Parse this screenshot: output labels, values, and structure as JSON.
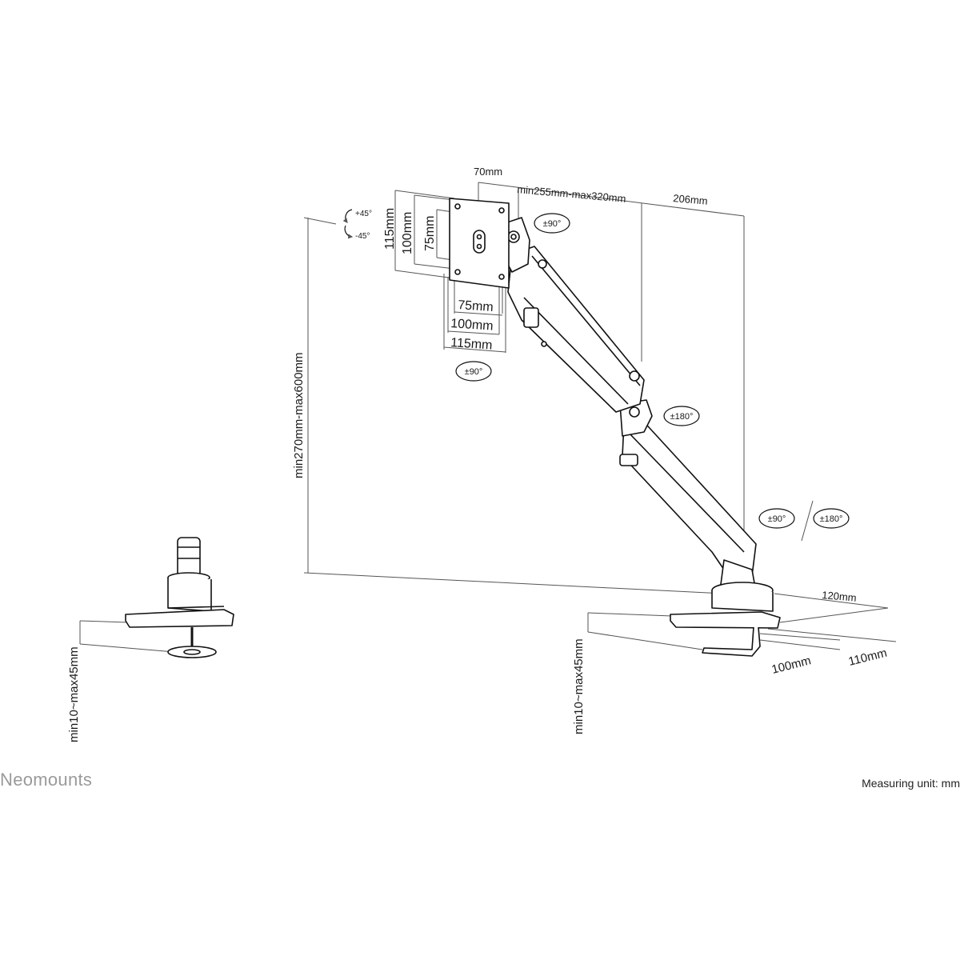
{
  "brand": "Neomounts",
  "measuring_unit": "Measuring unit: mm",
  "dimensions": {
    "arm_offset": "70mm",
    "arm_extension": "min255mm-max320mm",
    "base_depth": "206mm",
    "vesa_v_115": "115mm",
    "vesa_v_100": "100mm",
    "vesa_v_75": "75mm",
    "vesa_h_75": "75mm",
    "vesa_h_100": "100mm",
    "vesa_h_115": "115mm",
    "height_range": "min270mm-max600mm",
    "desk_thickness_left": "min10~max45mm",
    "desk_thickness_center": "min10~max45mm",
    "base_width": "120mm",
    "clamp_100": "100mm",
    "clamp_110": "110mm"
  },
  "rotations": {
    "tilt_up": "+45°",
    "tilt_down": "-45°",
    "head_swivel": "±90°",
    "rotation": "±90°",
    "elbow": "±180°",
    "base_swivel": "±90°",
    "base_rotation": "±180°"
  }
}
